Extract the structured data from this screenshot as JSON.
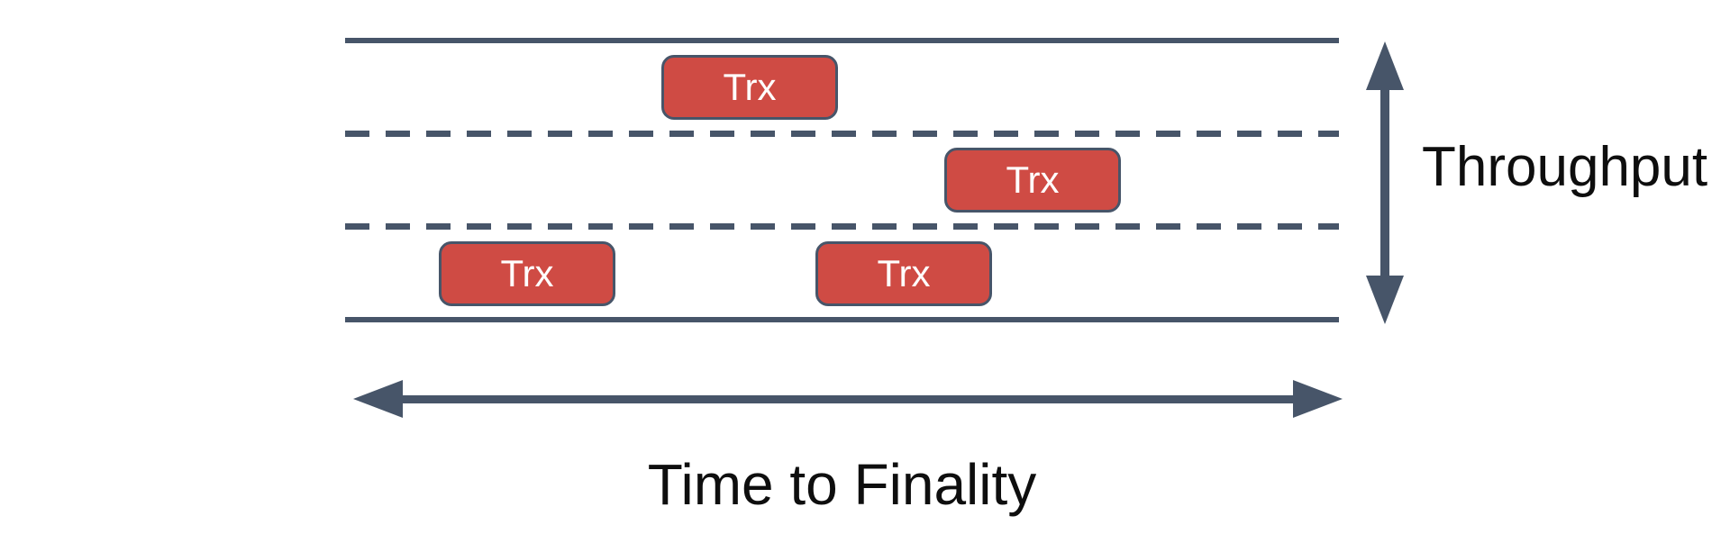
{
  "colors": {
    "background": "#FFFFFF",
    "line": "#475569",
    "arrow": "#475569",
    "trx_fill": "#CF4B44",
    "trx_border": "#475569",
    "trx_text": "#FFFFFF",
    "label_text": "#0E0E0E"
  },
  "axes": {
    "y_label": "Throughput",
    "x_label": "Time to Finality"
  },
  "road": {
    "lane_count": 3
  },
  "transactions": [
    {
      "label": "Trx",
      "lane": "top"
    },
    {
      "label": "Trx",
      "lane": "middle"
    },
    {
      "label": "Trx",
      "lane": "bottom-left"
    },
    {
      "label": "Trx",
      "lane": "bottom-right"
    }
  ]
}
